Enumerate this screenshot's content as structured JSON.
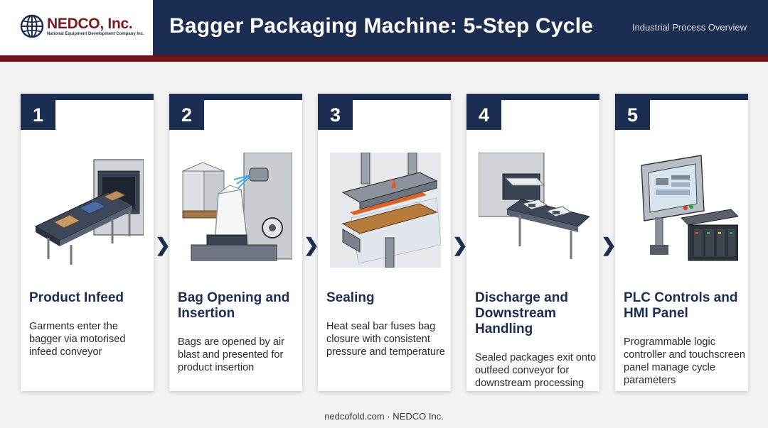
{
  "header": {
    "logo_name": "NEDCO, Inc.",
    "logo_subtitle": "National Equipment Development Company Inc.",
    "title": "Bagger Packaging Machine: 5-Step Cycle",
    "subtitle": "Industrial Process Overview"
  },
  "steps": [
    {
      "number": "1",
      "title": "Product Infeed",
      "description": "Garments enter the bagger via motorised infeed conveyor"
    },
    {
      "number": "2",
      "title": "Bag Opening and Insertion",
      "description": "Bags are opened by air blast and presented for product insertion"
    },
    {
      "number": "3",
      "title": "Sealing",
      "description": "Heat seal bar fuses bag closure with consistent pressure and temperature"
    },
    {
      "number": "4",
      "title": "Discharge and Downstream Handling",
      "description": "Sealed packages exit onto outfeed conveyor for downstream processing"
    },
    {
      "number": "5",
      "title": "PLC Controls and HMI Panel",
      "description": "Programmable logic controller and touchscreen panel manage cycle parameters"
    }
  ],
  "arrow_glyph": "❯",
  "footer": "nedcofold.com · NEDCO Inc.",
  "colors": {
    "navy": "#1c2d52",
    "maroon": "#6e1518",
    "logo_red": "#7a1a1e"
  }
}
